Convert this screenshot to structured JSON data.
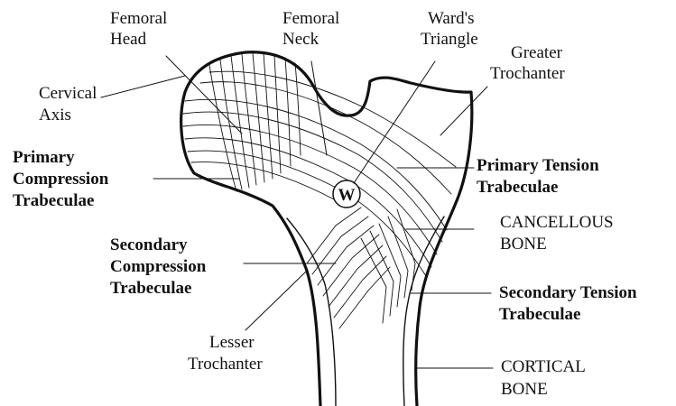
{
  "figure": {
    "labels": {
      "femoral_head": [
        "Femoral",
        "Head"
      ],
      "femoral_neck": [
        "Femoral",
        "Neck"
      ],
      "wards_triangle": [
        "Ward's",
        "Triangle"
      ],
      "greater_trochanter": [
        "Greater",
        "Trochanter"
      ],
      "cervical_axis": [
        "Cervical",
        "Axis"
      ],
      "primary_compression": [
        "Primary",
        "Compression",
        "Trabeculae"
      ],
      "primary_tension": [
        "Primary Tension",
        "Trabeculae"
      ],
      "cancellous_bone": [
        "CANCELLOUS",
        "BONE"
      ],
      "secondary_compression": [
        "Secondary",
        "Compression",
        "Trabeculae"
      ],
      "secondary_tension": [
        "Secondary Tension",
        "Trabeculae"
      ],
      "lesser_trochanter": [
        "Lesser",
        "Trochanter"
      ],
      "cortical_bone": [
        "CORTICAL",
        "BONE"
      ],
      "wards_marker": "W"
    },
    "colors": {
      "ink": "#111111",
      "background": "#ffffff"
    }
  }
}
